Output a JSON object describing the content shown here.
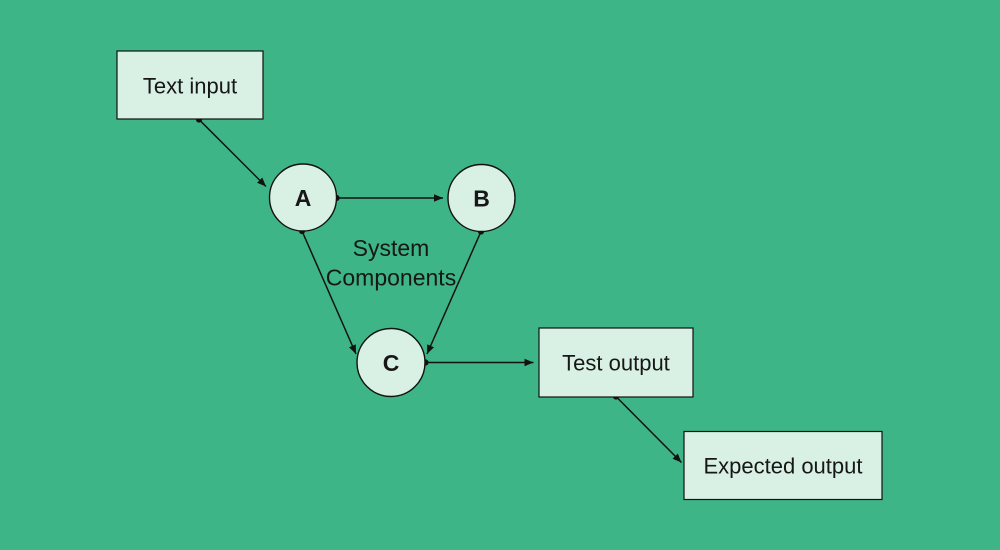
{
  "diagram": {
    "nodes": {
      "text_input": {
        "label": "Text input",
        "shape": "rectangle"
      },
      "component_a": {
        "label": "A",
        "shape": "circle"
      },
      "component_b": {
        "label": "B",
        "shape": "circle"
      },
      "component_c": {
        "label": "C",
        "shape": "circle"
      },
      "test_output": {
        "label": "Test output",
        "shape": "rectangle"
      },
      "expected_output": {
        "label": "Expected output",
        "shape": "rectangle"
      }
    },
    "annotation": {
      "line1": "System",
      "line2": "Components"
    },
    "edges": [
      {
        "from": "text_input",
        "to": "component_a"
      },
      {
        "from": "component_a",
        "to": "component_b"
      },
      {
        "from": "component_a",
        "to": "component_c"
      },
      {
        "from": "component_b",
        "to": "component_c"
      },
      {
        "from": "component_c",
        "to": "test_output"
      },
      {
        "from": "test_output",
        "to": "expected_output"
      }
    ],
    "colors": {
      "background": "#3db586",
      "node_fill": "#d9f0e5",
      "stroke": "#121212",
      "text": "#171717"
    }
  }
}
